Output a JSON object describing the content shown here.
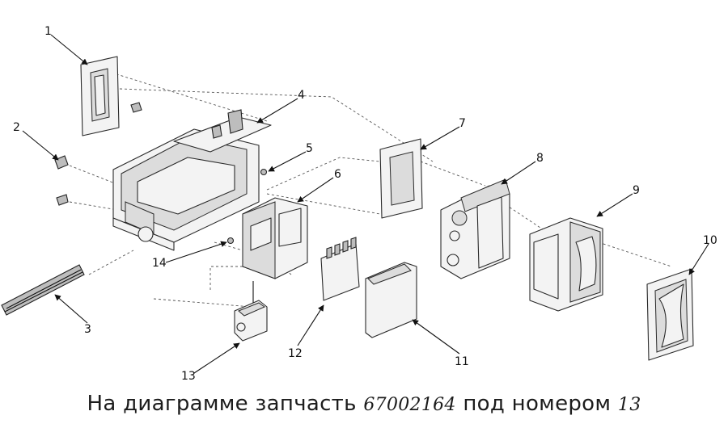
{
  "diagram": {
    "callouts": [
      "1",
      "2",
      "3",
      "4",
      "5",
      "6",
      "7",
      "8",
      "9",
      "10",
      "11",
      "12",
      "13",
      "14"
    ]
  },
  "caption": {
    "prefix": "На диаграмме запчасть",
    "part_number": "67002164",
    "middle": "под номером",
    "number": "13"
  }
}
